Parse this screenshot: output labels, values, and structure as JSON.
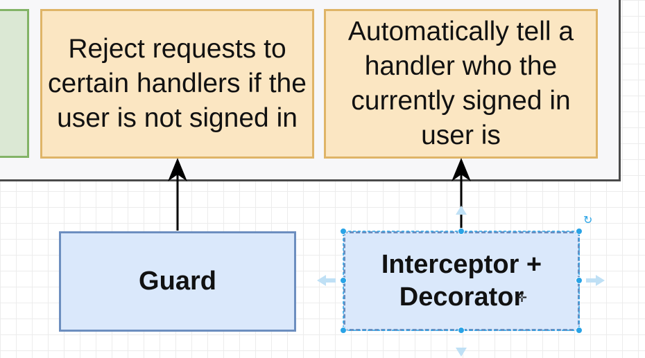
{
  "diagram": {
    "notes": {
      "left": "Reject requests to certain handlers if the user is not signed in",
      "right": "Automatically tell a handler who the currently signed in user is"
    },
    "nodes": {
      "guard": "Guard",
      "interceptor": "Interceptor + Decorator"
    },
    "colors": {
      "note_fill": "#fbe6c2",
      "note_stroke": "#dfb467",
      "node_fill": "#dae8fb",
      "node_stroke": "#6c8ebf",
      "green_fill": "#dbe8d4",
      "green_stroke": "#82b366",
      "selection_handle": "#29a3e6"
    },
    "icons": {
      "rotate": "rotate-icon",
      "move_cursor": "move-cursor-icon"
    }
  }
}
